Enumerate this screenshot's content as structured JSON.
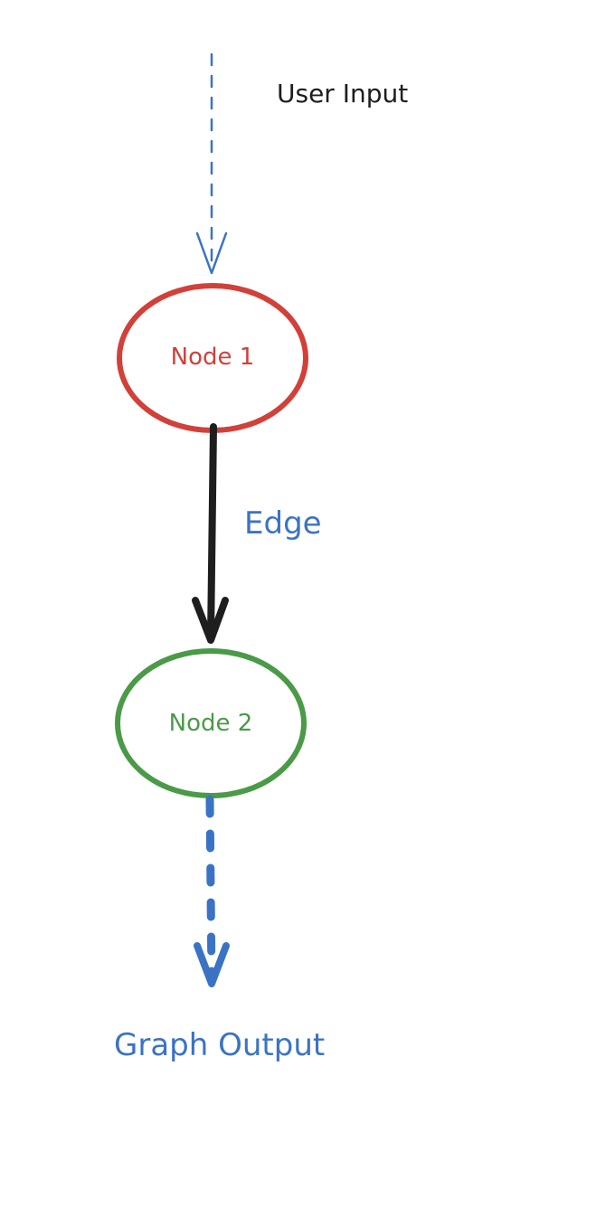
{
  "diagram": {
    "input_label": "User Input",
    "node1_label": "Node 1",
    "edge_label": "Edge",
    "node2_label": "Node 2",
    "output_label": "Graph Output"
  },
  "colors": {
    "input_arrow": "#3b73c4",
    "node1": "#d2403a",
    "edge": "#1e1e1e",
    "edge_label": "#3b73c4",
    "node2": "#4a9a47",
    "output": "#3b73c4",
    "input_label": "#1e1e1e"
  }
}
